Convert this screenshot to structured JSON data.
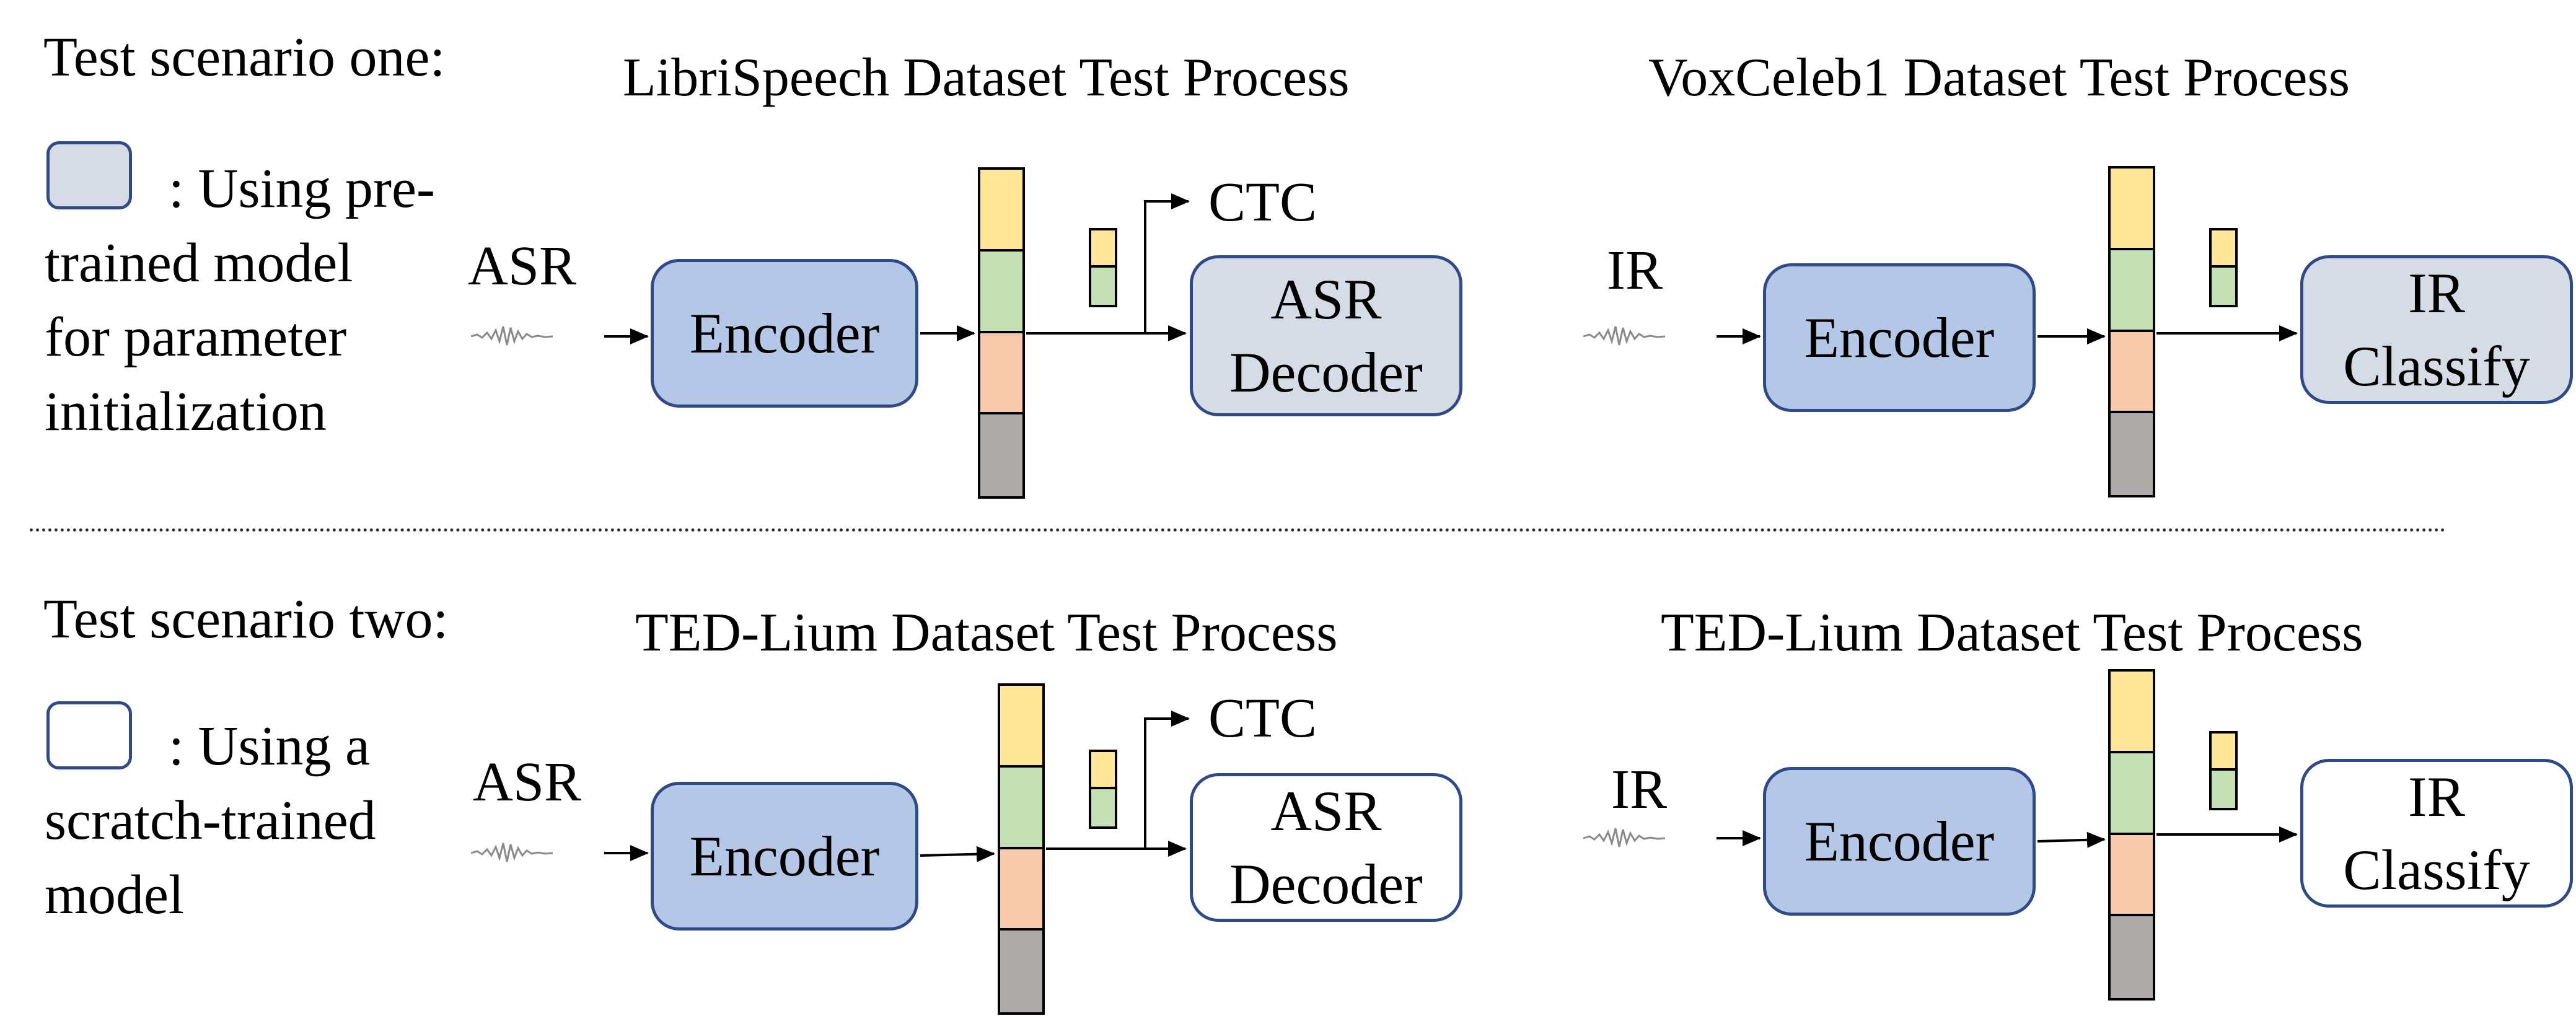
{
  "colors": {
    "encoder_fill": "#b4c7e7",
    "pretrained_fill": "#d6dce5",
    "scratch_fill": "#ffffff",
    "box_border": "#2f4a86",
    "feature_yellow": "#ffe699",
    "feature_green": "#c5e0b4",
    "feature_orange": "#f8cbad",
    "feature_gray": "#aeaaaa"
  },
  "scenario_one": {
    "heading": "Test scenario one:",
    "legend_lines": [
      ": Using pre-",
      "trained model",
      "for parameter",
      "initialization"
    ],
    "asr_panel": {
      "title": "LibriSpeech Dataset Test Process",
      "input_label": "ASR",
      "encoder_label": "Encoder",
      "ctc_label": "CTC",
      "decoder_lines": [
        "ASR",
        "Decoder"
      ]
    },
    "ir_panel": {
      "title": "VoxCeleb1 Dataset Test Process",
      "input_label": "IR",
      "encoder_label": "Encoder",
      "classifier_lines": [
        "IR",
        "Classify"
      ]
    }
  },
  "scenario_two": {
    "heading": "Test scenario two:",
    "legend_lines": [
      ": Using a",
      "scratch-trained",
      "model"
    ],
    "asr_panel": {
      "title": "TED-Lium Dataset Test Process",
      "input_label": "ASR",
      "encoder_label": "Encoder",
      "ctc_label": "CTC",
      "decoder_lines": [
        "ASR",
        "Decoder"
      ]
    },
    "ir_panel": {
      "title": "TED-Lium Dataset Test Process",
      "input_label": "IR",
      "encoder_label": "Encoder",
      "classifier_lines": [
        "IR",
        "Classify"
      ]
    }
  },
  "icons": [
    "waveform-icon",
    "arrow-icon"
  ]
}
